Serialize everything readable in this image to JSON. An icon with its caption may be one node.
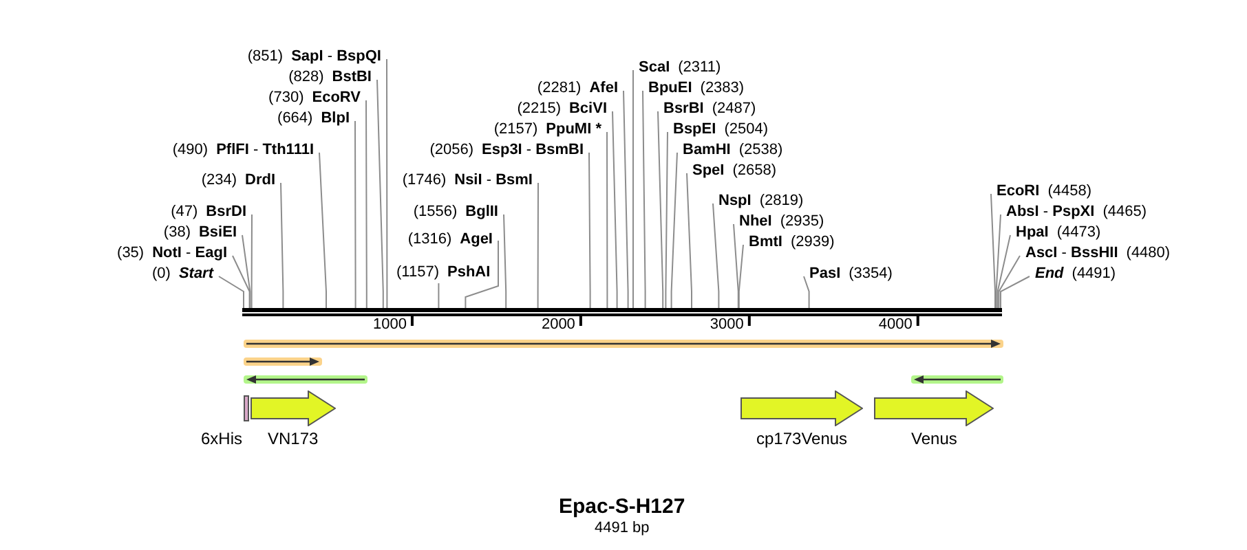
{
  "diagram": {
    "title": "Epac-S-H127",
    "caption": "4491 bp",
    "nodes": [
      {
        "text": [
          "(851)",
          "**SapI** - **BspQI**"
        ]
      },
      {
        "text": [
          "(828)",
          "BstBI"
        ]
      },
      {
        "text": [
          "(730)",
          "EcoRV"
        ]
      },
      {
        "text": [
          "(664)",
          "BlpI"
        ]
      },
      {
        "text": [
          "(490)",
          "**PflFI** - **Tth111I**"
        ]
      },
      {
        "text": [
          "(234)",
          "DrdI"
        ]
      },
      {
        "text": [
          "(47)",
          "BsrDI"
        ]
      },
      {
        "text": [
          "(38)",
          "BsiEI"
        ]
      },
      {
        "text": [
          "(35)",
          "**NotI** - **EagI**"
        ]
      },
      {
        "text": [
          "(0)",
          "Start"
        ]
      },
      {
        "text": [
          "(2056)",
          "**Esp3I** - **BsmBI**"
        ]
      },
      {
        "text": [
          "(1746)",
          "**NsiI** - **BsmI**"
        ]
      },
      {
        "text": [
          "(1556)",
          "BglII"
        ]
      },
      {
        "text": [
          "(1316)",
          "AgeI"
        ]
      },
      {
        "text": [
          "(1157)",
          "PshAI"
        ]
      },
      {
        "text": [
          "(2281)",
          "AfeI"
        ]
      },
      {
        "text": [
          "(2215)",
          "BciVI"
        ]
      },
      {
        "text": [
          "(2157)",
          "PpuMI *"
        ]
      },
      {
        "text": [
          "ScaI",
          "(2311)"
        ]
      },
      {
        "text": [
          "BpuEI",
          "(2383)"
        ]
      },
      {
        "text": [
          "BsrBI",
          "(2487)"
        ]
      },
      {
        "text": [
          "BspEI",
          "(2504)"
        ]
      },
      {
        "text": [
          "BamHI",
          "(2538)"
        ]
      },
      {
        "text": [
          "SpeI",
          "(2658)"
        ]
      },
      {
        "text": [
          "NspI",
          "(2819)"
        ]
      },
      {
        "text": [
          "NheI",
          "(2935)"
        ]
      },
      {
        "text": [
          "BmtI",
          "(2939)"
        ]
      },
      {
        "text": [
          "PasI",
          "(3354)"
        ]
      },
      {
        "text": [
          "EcoRI",
          "(4458)"
        ]
      },
      {
        "text": [
          "**AbsI** - **PspXI**",
          "(4465)"
        ]
      },
      {
        "text": [
          "HpaI",
          "(4473)"
        ]
      },
      {
        "text": [
          "**AscI** - **BssHII**",
          "(4480)"
        ]
      },
      {
        "text": [
          "End",
          "(4491)"
        ]
      },
      {
        "text": [],
        "shape": "arrow"
      },
      {
        "text": [],
        "shape": "arrow"
      },
      {
        "text": [],
        "shape": "arrow"
      },
      {
        "text": [],
        "shape": "arrow"
      },
      {
        "text": [
          "6xHis"
        ]
      },
      {
        "text": [
          "VN173"
        ]
      },
      {
        "text": [
          "cp173Venus"
        ]
      },
      {
        "text": [
          "Venus"
        ]
      },
      {
        "text": [],
        "shape": "bar"
      }
    ],
    "edges": [
      {
        "from": 0,
        "to": 41,
        "arrow": "none"
      },
      {
        "from": 1,
        "to": 41,
        "arrow": "none"
      },
      {
        "from": 2,
        "to": 41,
        "arrow": "none"
      },
      {
        "from": 3,
        "to": 41,
        "arrow": "none"
      },
      {
        "from": 4,
        "to": 41,
        "arrow": "none"
      },
      {
        "from": 5,
        "to": 41,
        "arrow": "none"
      },
      {
        "from": 6,
        "to": 41,
        "arrow": "none"
      },
      {
        "from": 7,
        "to": 41,
        "arrow": "none"
      },
      {
        "from": 8,
        "to": 41,
        "arrow": "none"
      },
      {
        "from": 9,
        "to": 41,
        "arrow": "none"
      },
      {
        "from": 10,
        "to": 41,
        "arrow": "none"
      },
      {
        "from": 11,
        "to": 41,
        "arrow": "none"
      },
      {
        "from": 12,
        "to": 41,
        "arrow": "none"
      },
      {
        "from": 13,
        "to": 41,
        "arrow": "none"
      },
      {
        "from": 14,
        "to": 41,
        "arrow": "none"
      },
      {
        "from": 15,
        "to": 41,
        "arrow": "none"
      },
      {
        "from": 16,
        "to": 41,
        "arrow": "none"
      },
      {
        "from": 17,
        "to": 41,
        "arrow": "none"
      },
      {
        "from": 18,
        "to": 41,
        "arrow": "none"
      },
      {
        "from": 19,
        "to": 41,
        "arrow": "none"
      },
      {
        "from": 20,
        "to": 41,
        "arrow": "none"
      },
      {
        "from": 21,
        "to": 41,
        "arrow": "none"
      },
      {
        "from": 22,
        "to": 41,
        "arrow": "none"
      },
      {
        "from": 23,
        "to": 41,
        "arrow": "none"
      },
      {
        "from": 24,
        "to": 41,
        "arrow": "none"
      },
      {
        "from": 25,
        "to": 41,
        "arrow": "none"
      },
      {
        "from": 26,
        "to": 41,
        "arrow": "none"
      },
      {
        "from": 27,
        "to": 41,
        "arrow": "none"
      },
      {
        "from": 28,
        "to": 41,
        "arrow": "none"
      },
      {
        "from": 29,
        "to": 41,
        "arrow": "none"
      },
      {
        "from": 30,
        "to": 41,
        "arrow": "none"
      },
      {
        "from": 31,
        "to": 41,
        "arrow": "none"
      },
      {
        "from": 32,
        "to": 41,
        "arrow": "none"
      }
    ],
    "labels": [
      "1000",
      "2000",
      "3000",
      "4000"
    ]
  }
}
